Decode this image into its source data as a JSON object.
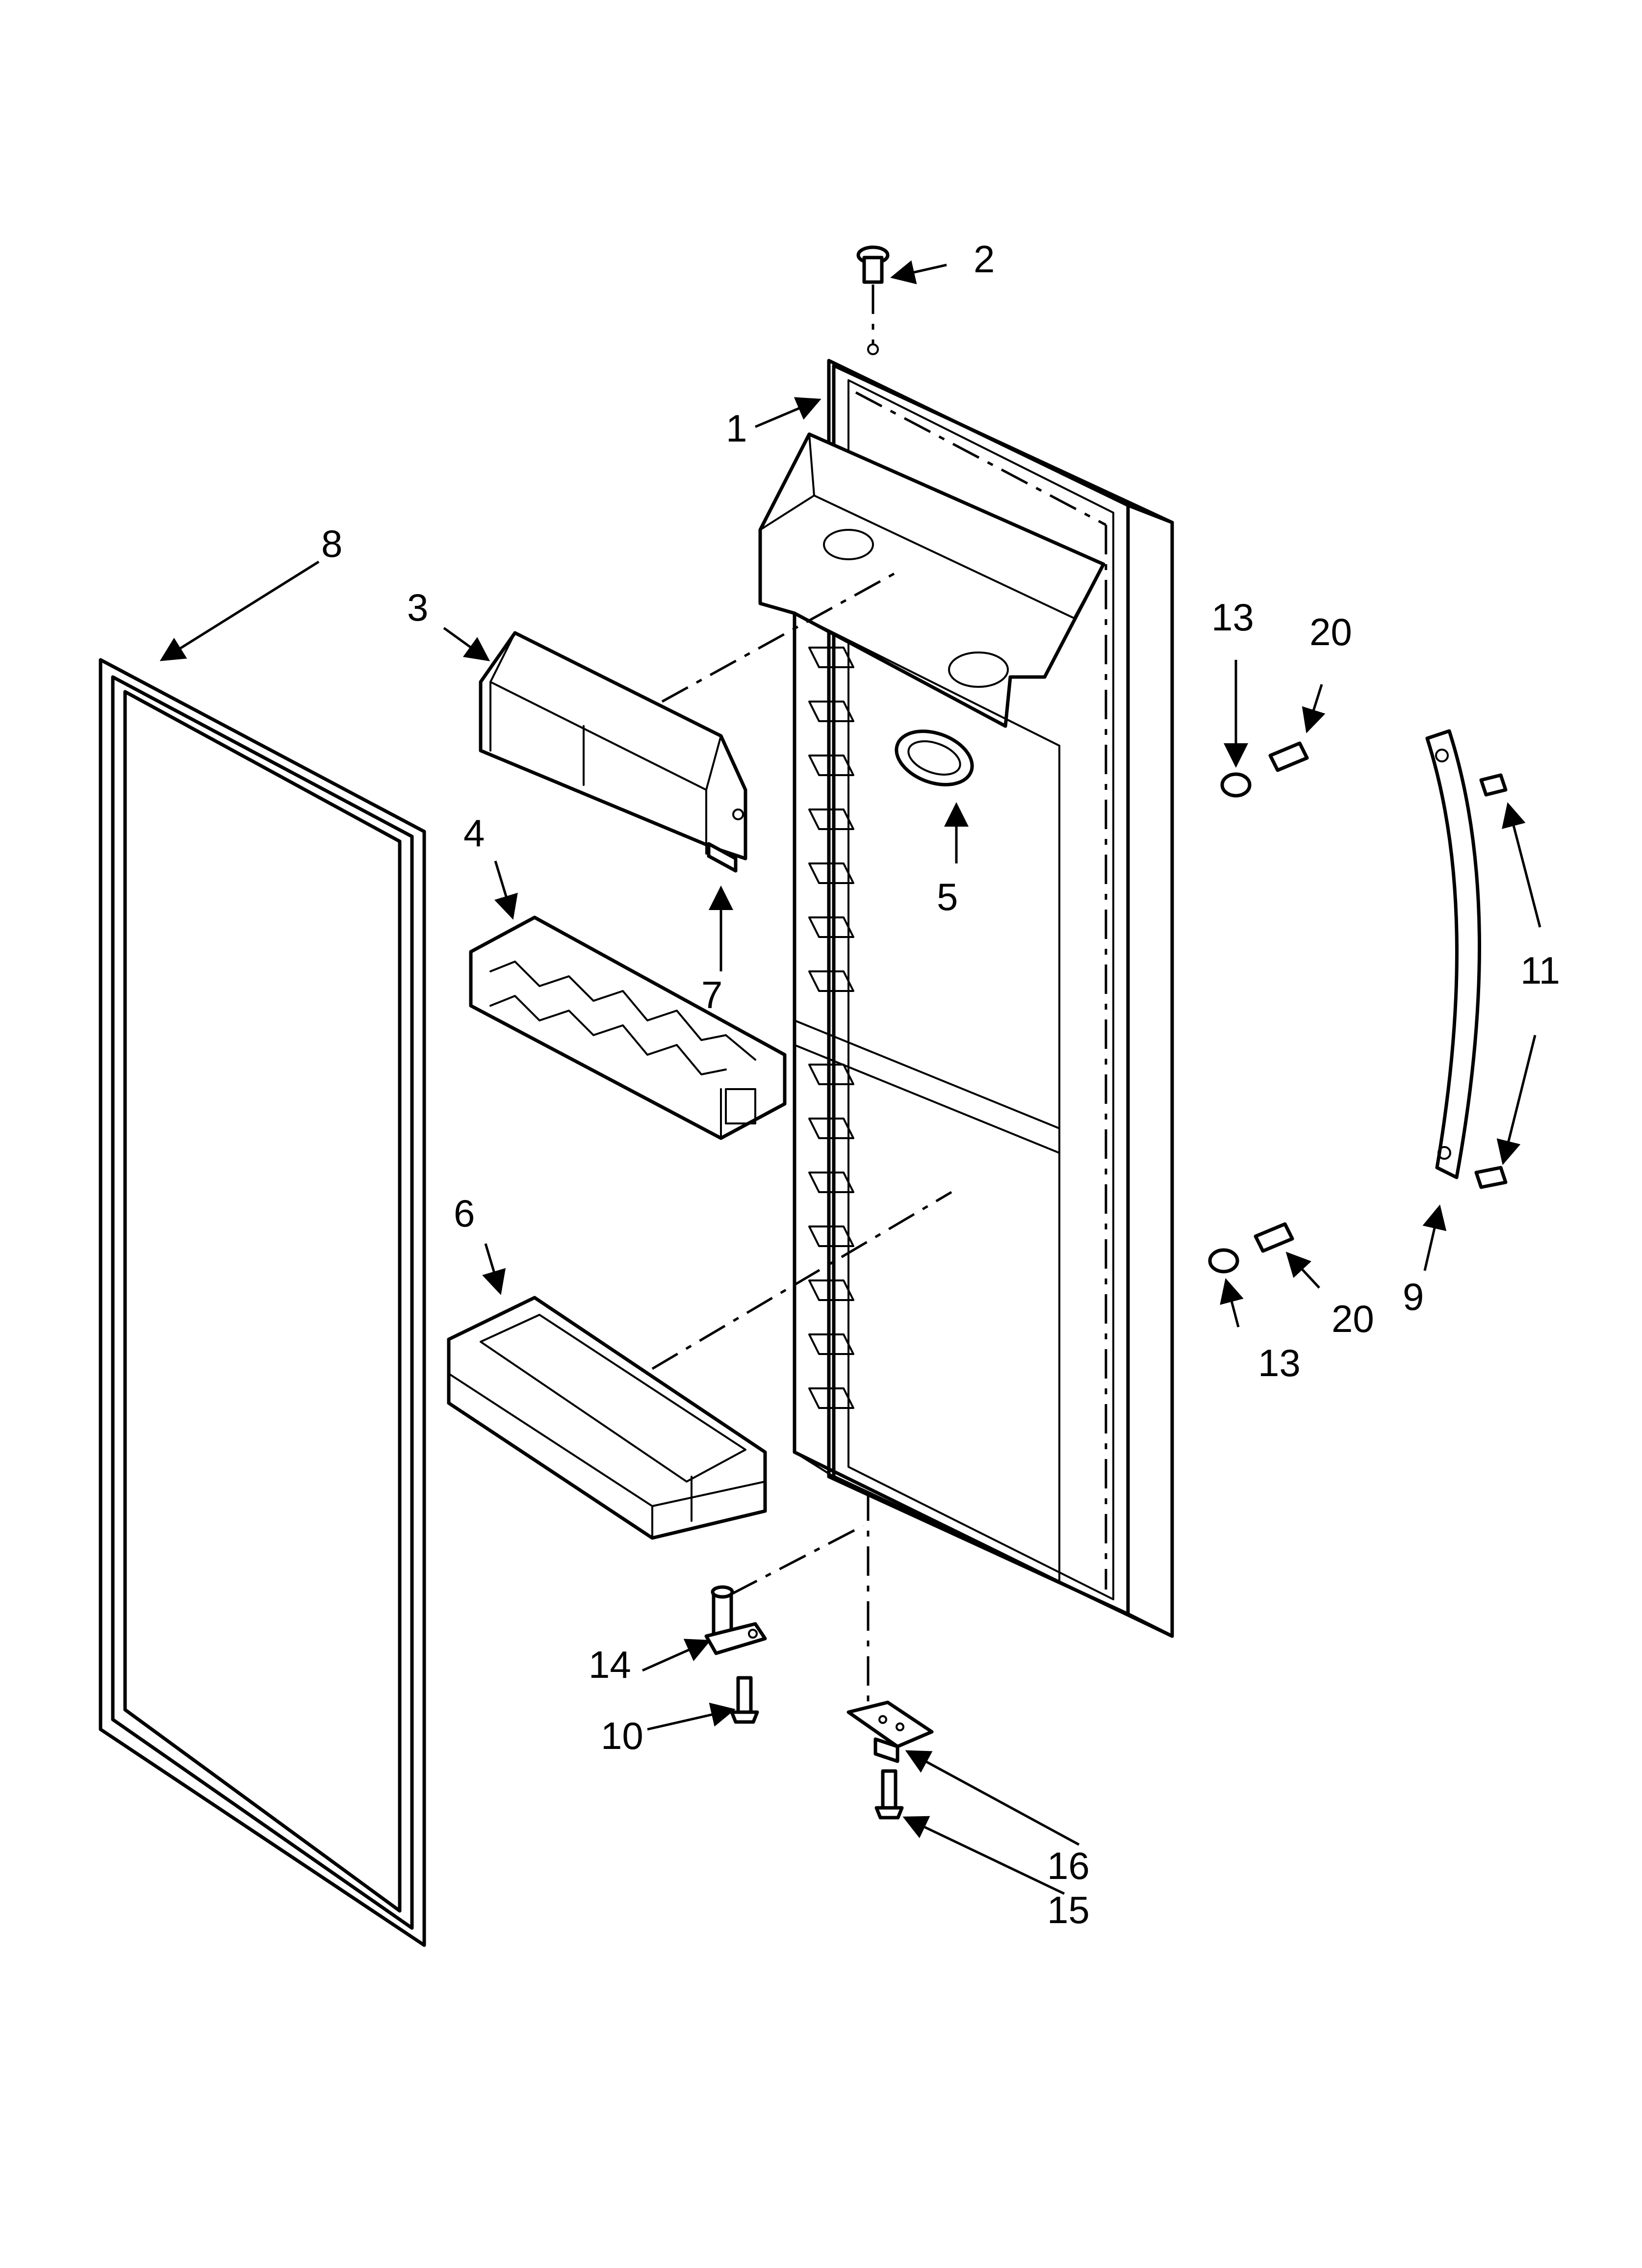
{
  "colors": {
    "line": "#000000",
    "background": "#ffffff",
    "shade": "#e6e6e6"
  },
  "callouts": {
    "c1": "1",
    "c2": "2",
    "c3": "3",
    "c4": "4",
    "c5": "5",
    "c6": "6",
    "c7": "7",
    "c8": "8",
    "c9": "9",
    "c10": "10",
    "c11": "11",
    "c13a": "13",
    "c13b": "13",
    "c14": "14",
    "c15": "15",
    "c16": "16",
    "c20a": "20",
    "c20b": "20"
  }
}
